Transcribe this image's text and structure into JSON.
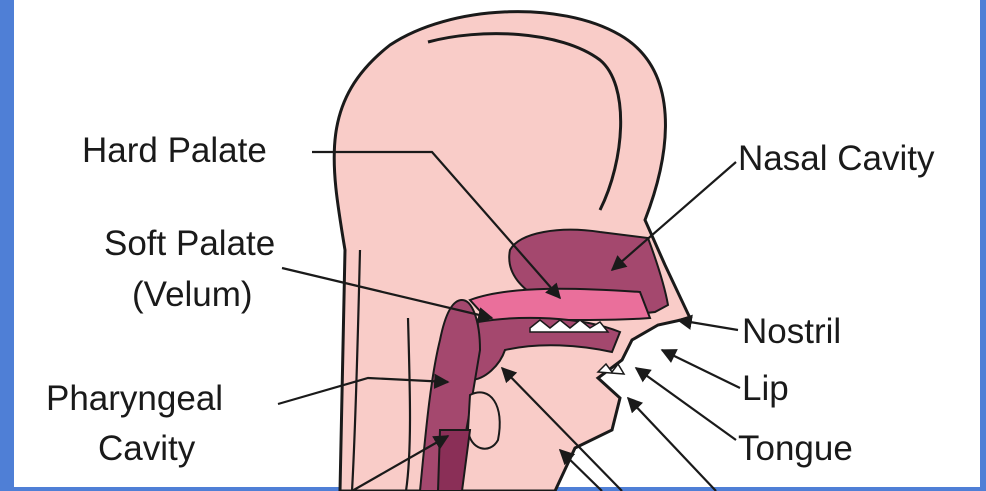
{
  "figure": {
    "labels": {
      "hard_palate": "Hard Palate",
      "soft_palate": "Soft Palate",
      "velum": "(Velum)",
      "pharyngeal": "Pharyngeal",
      "cavity": "Cavity",
      "nasal_cavity": "Nasal Cavity",
      "nostril": "Nostril",
      "lip": "Lip",
      "tongue": "Tongue"
    },
    "colors": {
      "skin": "#f9ccc8",
      "cavity": "#a4486e",
      "cavity_dark": "#8a2f57",
      "palate_pink": "#ea6f9b",
      "outline": "#1a1a1a",
      "frame": "#4f7fd6"
    }
  }
}
